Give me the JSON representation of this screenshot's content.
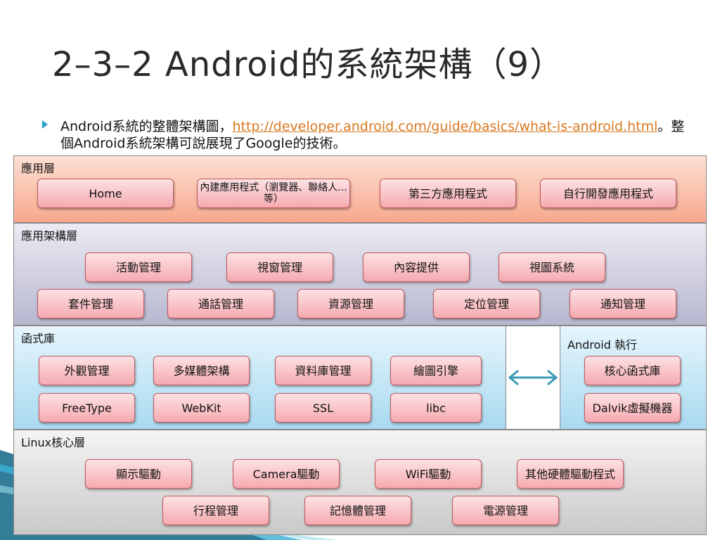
{
  "title": "2–3–2 Android的系統架構（9）",
  "bullet": {
    "prefix": "Android系統的整體架構圖，",
    "link": "http://developer.android.com/guide/basics/what-is-android.html",
    "suffix": "。整個Android系統架構可說展現了Google的技術。"
  },
  "layers": {
    "applications": {
      "label": "應用層",
      "items": [
        "Home",
        "內建應用程式（瀏覽器、聯絡人...等）",
        "第三方應用程式",
        "自行開發應用程式"
      ]
    },
    "framework": {
      "label": "應用架構層",
      "row1": [
        "活動管理",
        "視窗管理",
        "內容提供",
        "視圖系統"
      ],
      "row2": [
        "套件管理",
        "通話管理",
        "資源管理",
        "定位管理",
        "通知管理"
      ]
    },
    "libraries": {
      "label": "函式庫",
      "row1": [
        "外觀管理",
        "多媒體架構",
        "資料庫管理",
        "繪圖引擎"
      ],
      "row2": [
        "FreeType",
        "WebKit",
        "SSL",
        "libc"
      ]
    },
    "runtime": {
      "label": "Android 執行",
      "items": [
        "核心函式庫",
        "Dalvik虛擬機器"
      ]
    },
    "kernel": {
      "label": "Linux核心層",
      "row1": [
        "顯示驅動",
        "Camera驅動",
        "WiFi驅動",
        "其他硬體驅動程式"
      ],
      "row2": [
        "行程管理",
        "記憶體管理",
        "電源管理"
      ]
    }
  },
  "colors": {
    "accent": "#2aa0c8",
    "link": "#d9781f",
    "box": "#f5aab0"
  }
}
